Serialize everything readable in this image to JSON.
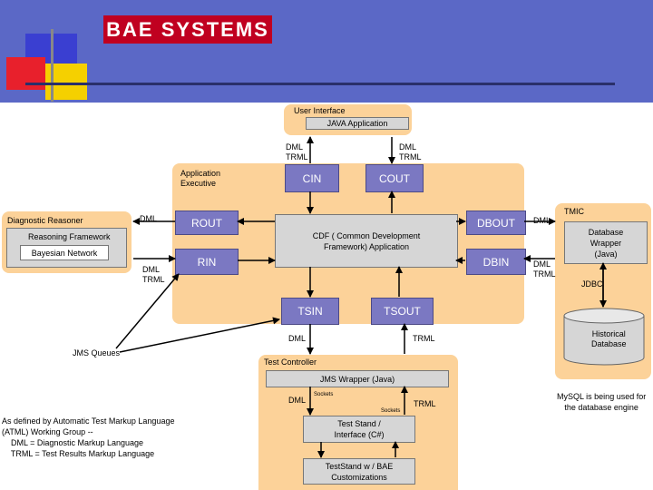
{
  "header": {
    "logo_text": "BAE SYSTEMS",
    "colors": {
      "band": "#5b68c6",
      "logo": "#c00020",
      "square_blue": "#3a3fd1",
      "square_red": "#e8202c",
      "square_yellow": "#f5d000"
    }
  },
  "user_interface": {
    "title": "User Interface",
    "app": "JAVA Application"
  },
  "app_exec": {
    "title": "Application\nExecutive",
    "cdf": "CDF ( Common Development\nFramework) Application"
  },
  "boxes": {
    "cin": "CIN",
    "cout": "COUT",
    "rout": "ROUT",
    "rin": "RIN",
    "dbout": "DBOUT",
    "dbin": "DBIN",
    "tsin": "TSIN",
    "tsout": "TSOUT"
  },
  "diag": {
    "title": "Diagnostic Reasoner",
    "framework": "Reasoning Framework",
    "bayes": "Bayesian Network"
  },
  "tmic": {
    "title": "TMIC",
    "wrapper": "Database\nWrapper\n(Java)",
    "jdbc": "JDBC",
    "db": "Historical\nDatabase"
  },
  "test_controller": {
    "title": "Test Controller",
    "jms_wrapper": "JMS Wrapper (Java)",
    "test_stand": "Test Stand /\nInterface (C#)",
    "teststand_bae": "TestStand w / BAE\nCustomizations",
    "sockets1": "Sockets",
    "sockets2": "Sockets"
  },
  "labels": {
    "dml_trml_left_ui": "DML\nTRML",
    "dml_trml_right_ui": "DML\nTRML",
    "dml_rout": "DML",
    "dml_trml_rin": "DML\nTRML",
    "dml_dbout": "DML",
    "dml_trml_dbin": "DML\nTRML",
    "dml_tsin": "DML",
    "trml_tsout": "TRML",
    "dml_tc": "DML",
    "trml_tc": "TRML",
    "jms_queues": "JMS Queues"
  },
  "notes": {
    "definition": "As defined by Automatic Test Markup Language\n(ATML) Working Group --\n    DML = Diagnostic Markup Language\n    TRML = Test Results Markup Language",
    "mysql": "MySQL is being used for\nthe database engine"
  }
}
